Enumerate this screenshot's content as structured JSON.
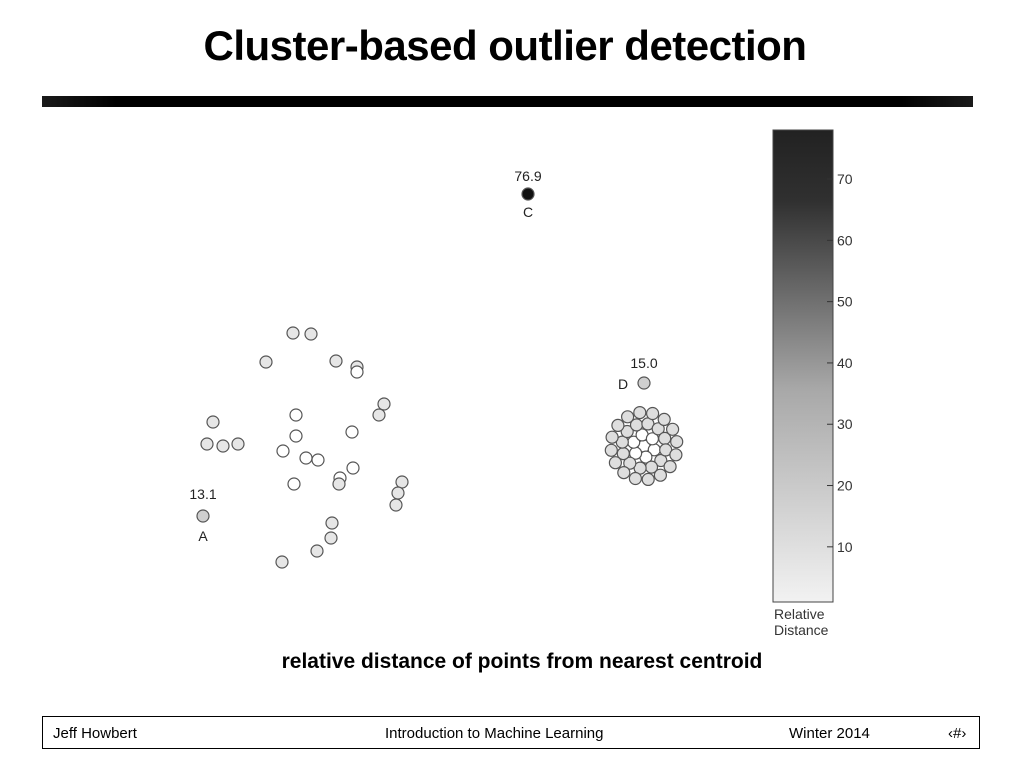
{
  "slide": {
    "title": "Cluster-based outlier detection",
    "caption": "relative distance of points from nearest centroid"
  },
  "footer": {
    "author": "Jeff Howbert",
    "course": "Introduction to Machine Learning",
    "term": "Winter 2014",
    "page": "‹#›"
  },
  "colors": {
    "point_fill_light": "#ffffff",
    "point_fill_mid": "#d9d9d9",
    "point_fill_outlier": "#111111",
    "point_stroke": "#555555",
    "colorbar_low": "#f0f0f0",
    "colorbar_high": "#222222"
  },
  "chart_data": {
    "type": "scatter",
    "title": "",
    "xlabel": "",
    "ylabel": "",
    "grid": false,
    "annotated_points": [
      {
        "label": "C",
        "value": "76.9",
        "shade": 1.0
      },
      {
        "label": "A",
        "value": "13.1",
        "shade": 0.2
      },
      {
        "label": "D",
        "value": "15.0",
        "shade": 0.22
      }
    ],
    "colorbar": {
      "label_line1": "Relative",
      "label_line2": "Distance",
      "ticks": [
        10,
        20,
        30,
        40,
        50,
        60,
        70
      ],
      "range": [
        1,
        78
      ]
    }
  }
}
